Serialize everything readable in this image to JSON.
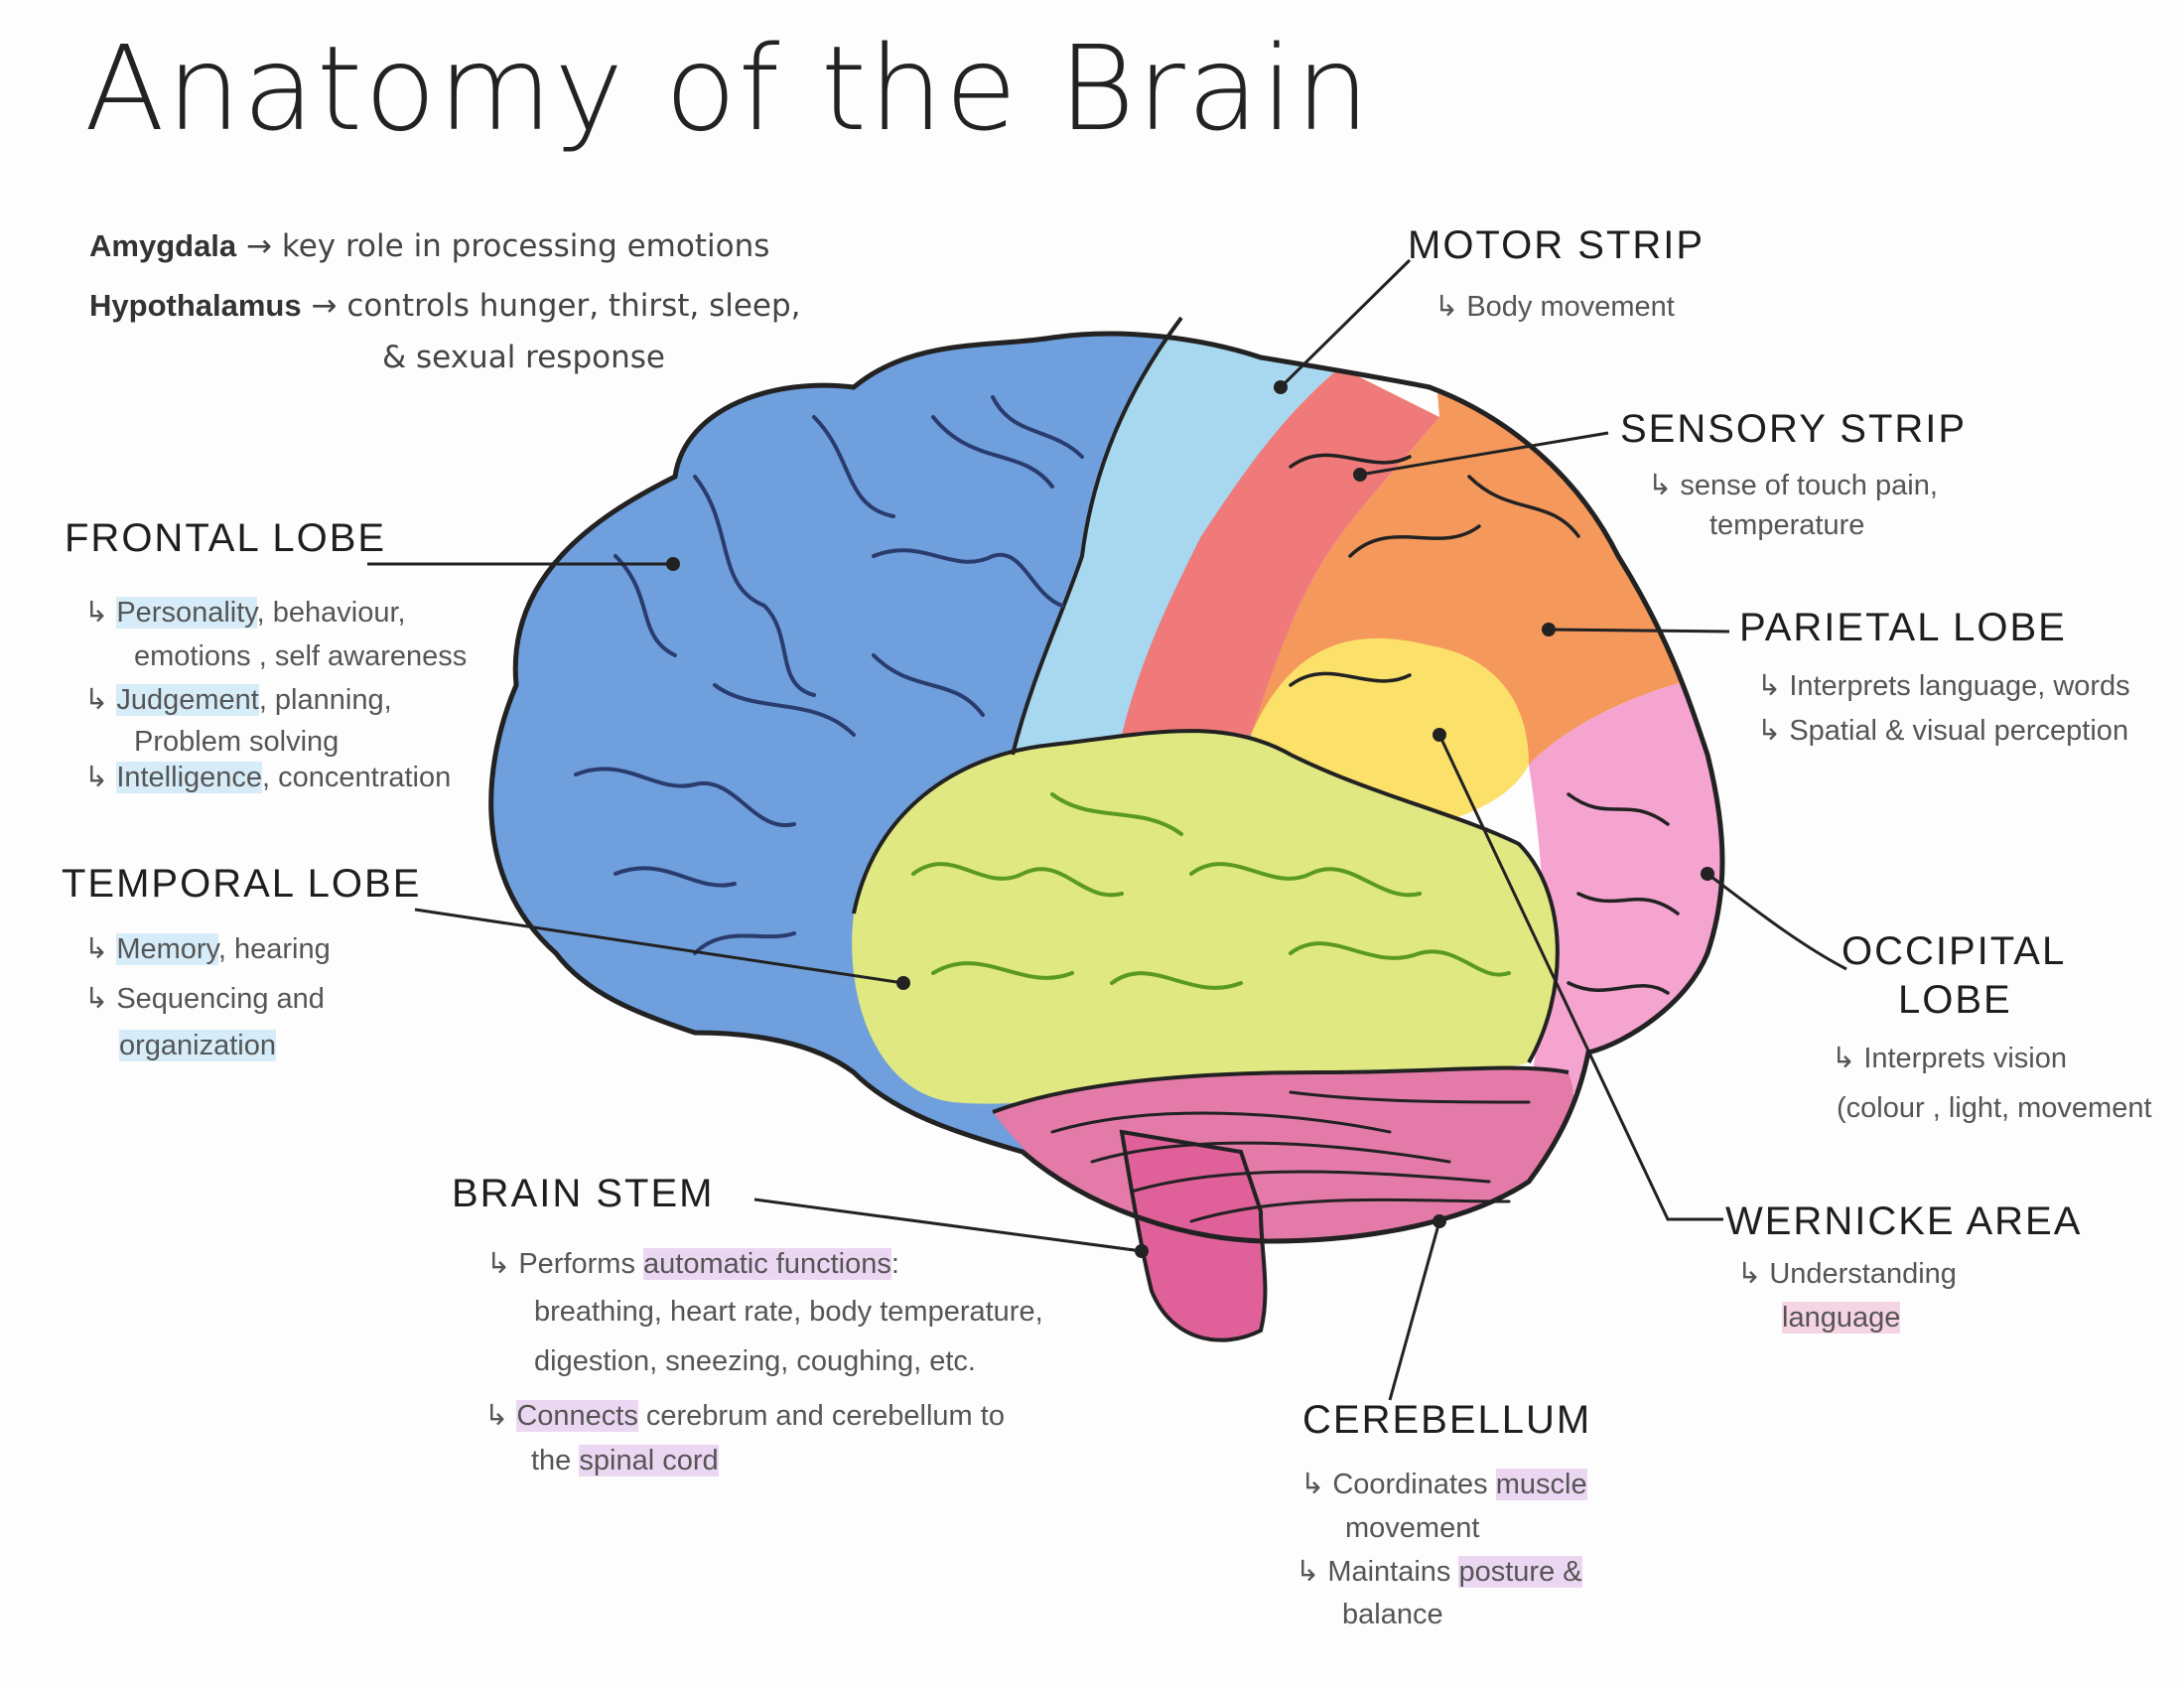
{
  "title": "Anatomy of the Brain",
  "definitions": {
    "amygdala_term": "Amygdala",
    "amygdala_desc": "key role in processing emotions",
    "hypothalamus_term": "Hypothalamus",
    "hypothalamus_desc": "controls hunger, thirst, sleep,",
    "hypothalamus_desc2": "& sexual response"
  },
  "arrow": "→",
  "sub_arrow": "↳",
  "regions": {
    "frontal": {
      "label": "FRONTAL LOBE",
      "n1_hl": "Personality",
      "n1_rest": ", behaviour,",
      "n1b": "emotions , self awareness",
      "n2_hl": "Judgement",
      "n2_rest": ", planning,",
      "n2b": "Problem solving",
      "n3_hl": "Intelligence",
      "n3_rest": ", concentration"
    },
    "temporal": {
      "label": "TEMPORAL LOBE",
      "n1_hl": "Memory",
      "n1_rest": ", hearing",
      "n2": "Sequencing and",
      "n2b_hl": "organization"
    },
    "brain_stem": {
      "label": "BRAIN STEM",
      "n1_pre": "Performs ",
      "n1_hl": "automatic functions",
      "n1_post": ":",
      "n1b": "breathing, heart rate, body temperature,",
      "n1c": "digestion, sneezing, coughing, etc.",
      "n2_hl": "Connects",
      "n2_rest": " cerebrum and cerebellum to",
      "n2b_pre": "the ",
      "n2b_hl": "spinal cord"
    },
    "motor": {
      "label": "MOTOR STRIP",
      "n1": "Body movement"
    },
    "sensory": {
      "label": "SENSORY STRIP",
      "n1": "sense of touch pain,",
      "n1b": "temperature"
    },
    "parietal": {
      "label": "PARIETAL LOBE",
      "n1": "Interprets language, words",
      "n2": "Spatial & visual perception"
    },
    "occipital": {
      "label": "OCCIPITAL",
      "label2": "LOBE",
      "n1": "Interprets vision",
      "n1b": "(colour , light, movement"
    },
    "wernicke": {
      "label": "WERNICKE AREA",
      "n1": "Understanding",
      "n1b_hl": "language"
    },
    "cerebellum": {
      "label": "CEREBELLUM",
      "n1_pre": "Coordinates ",
      "n1_hl": "muscle",
      "n1b": "movement",
      "n2_pre": "Maintains ",
      "n2_hl": "posture &",
      "n2b": "balance"
    }
  },
  "colors": {
    "frontal": "#6f9fdc",
    "motor": "#a8d8f0",
    "sensory": "#f07a7a",
    "parietal": "#f5985c",
    "wernicke": "#fbe06a",
    "temporal": "#dfe881",
    "occipital": "#f5a3cf",
    "cerebellum": "#e37aa8",
    "stem": "#e0609a",
    "ink": "#222222"
  }
}
